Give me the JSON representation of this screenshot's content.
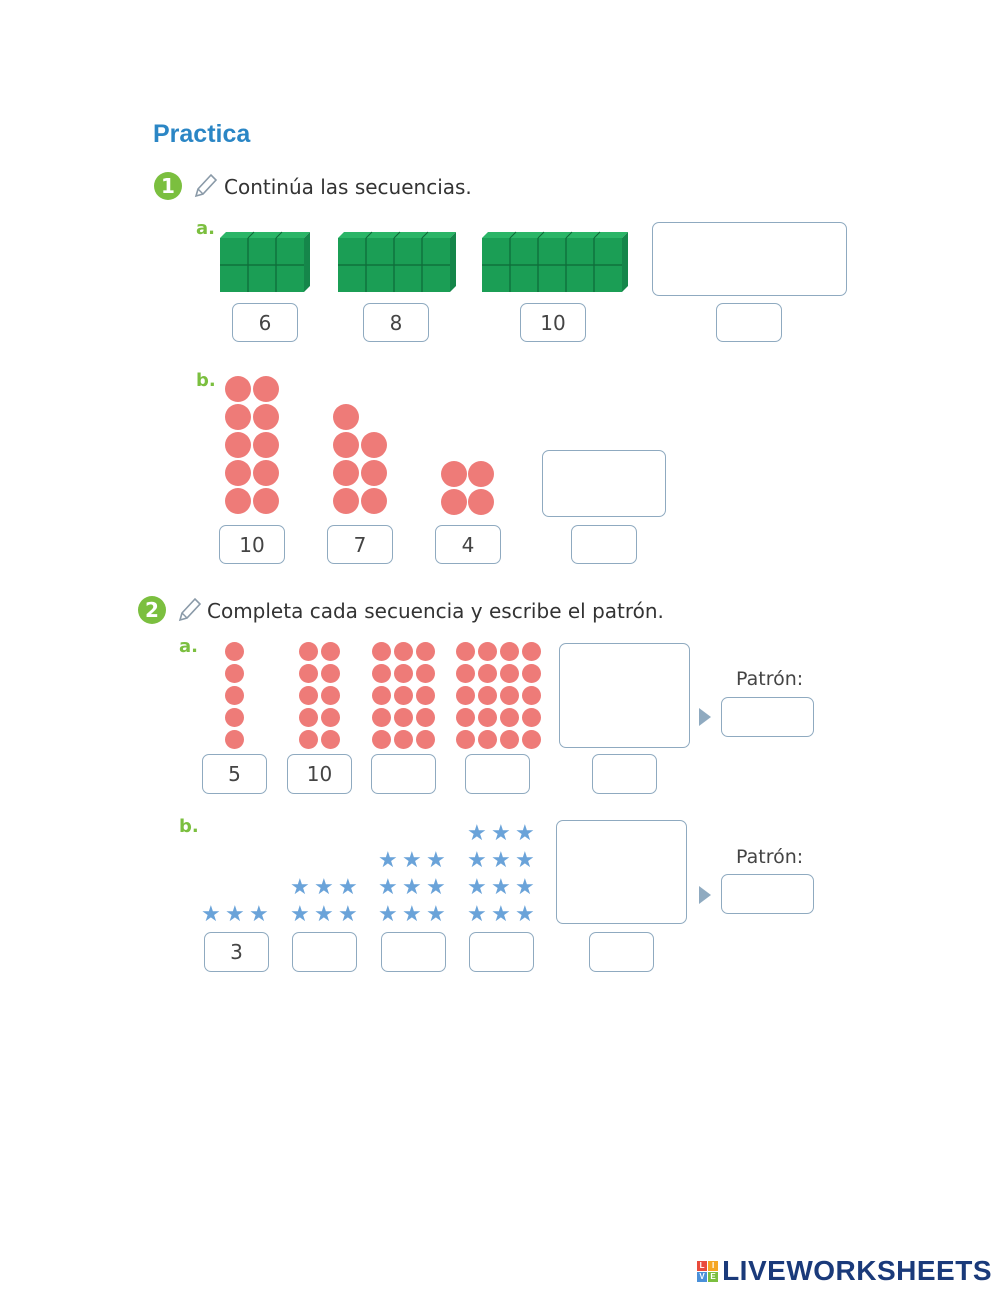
{
  "title": "Practica",
  "exercise1": {
    "number": "1",
    "instruction": "Continúa las secuencias.",
    "a": {
      "label": "a.",
      "values": [
        "6",
        "8",
        "10",
        ""
      ]
    },
    "b": {
      "label": "b.",
      "values": [
        "10",
        "7",
        "4",
        ""
      ]
    }
  },
  "exercise2": {
    "number": "2",
    "instruction": "Completa cada secuencia y escribe el patrón.",
    "a": {
      "label": "a.",
      "values": [
        "5",
        "10",
        "",
        "",
        ""
      ],
      "pattern_label": "Patrón:",
      "pattern_value": ""
    },
    "b": {
      "label": "b.",
      "values": [
        "3",
        "",
        "",
        "",
        ""
      ],
      "pattern_label": "Patrón:",
      "pattern_value": ""
    }
  },
  "colors": {
    "title": "#2b86c5",
    "badge": "#7bbf3f",
    "cubes": "#1b9e55",
    "dots": "#ee7b78",
    "stars": "#6aa3d9"
  },
  "footer": {
    "brand": "LIVEWORKSHEETS",
    "brand_mark": [
      "L",
      "I",
      "V",
      "E"
    ]
  }
}
